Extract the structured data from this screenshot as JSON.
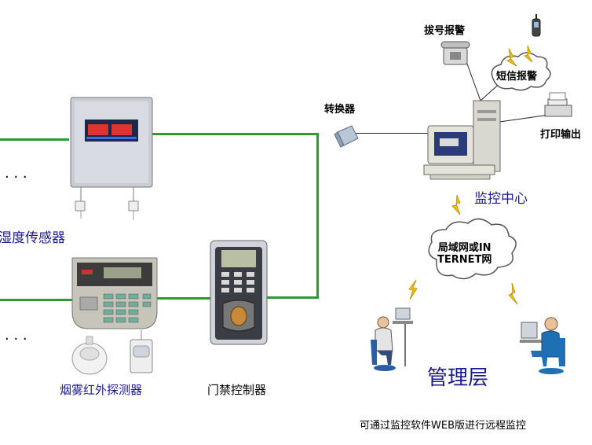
{
  "labels": {
    "dial_alarm": "拔号报警",
    "sms_alarm": "短信报警",
    "print_output": "打印输出",
    "converter": "转换器",
    "monitor_center": "监控中心",
    "network": "局域网或IN\nTERNET网",
    "temp_humidity_sensor": "湿度传感器",
    "smoke_ir_detector": "烟雾红外探测器",
    "access_controller": "门禁控制器",
    "management_layer": "管理层",
    "remote_note": "可通过监控软件WEB版进行远程监控",
    "ellipsis_top": ". . .",
    "ellipsis_bottom": ". . ."
  },
  "colors": {
    "line": "#2e9a2e",
    "lightning": "#f2c200",
    "cloud_stroke": "#555555",
    "label_blue": "#1a1a8c",
    "person_blue": "#1f6fb3"
  },
  "icons": [
    "telephone-icon",
    "mobile-phone-icon",
    "printer-icon",
    "computer-icon",
    "converter-icon",
    "sensor-panel-icon",
    "alarm-keypad-icon",
    "access-control-icon",
    "smoke-detector-icon",
    "ir-detector-icon",
    "cloud-icon",
    "lightning-icon",
    "person-at-desk-icon"
  ]
}
